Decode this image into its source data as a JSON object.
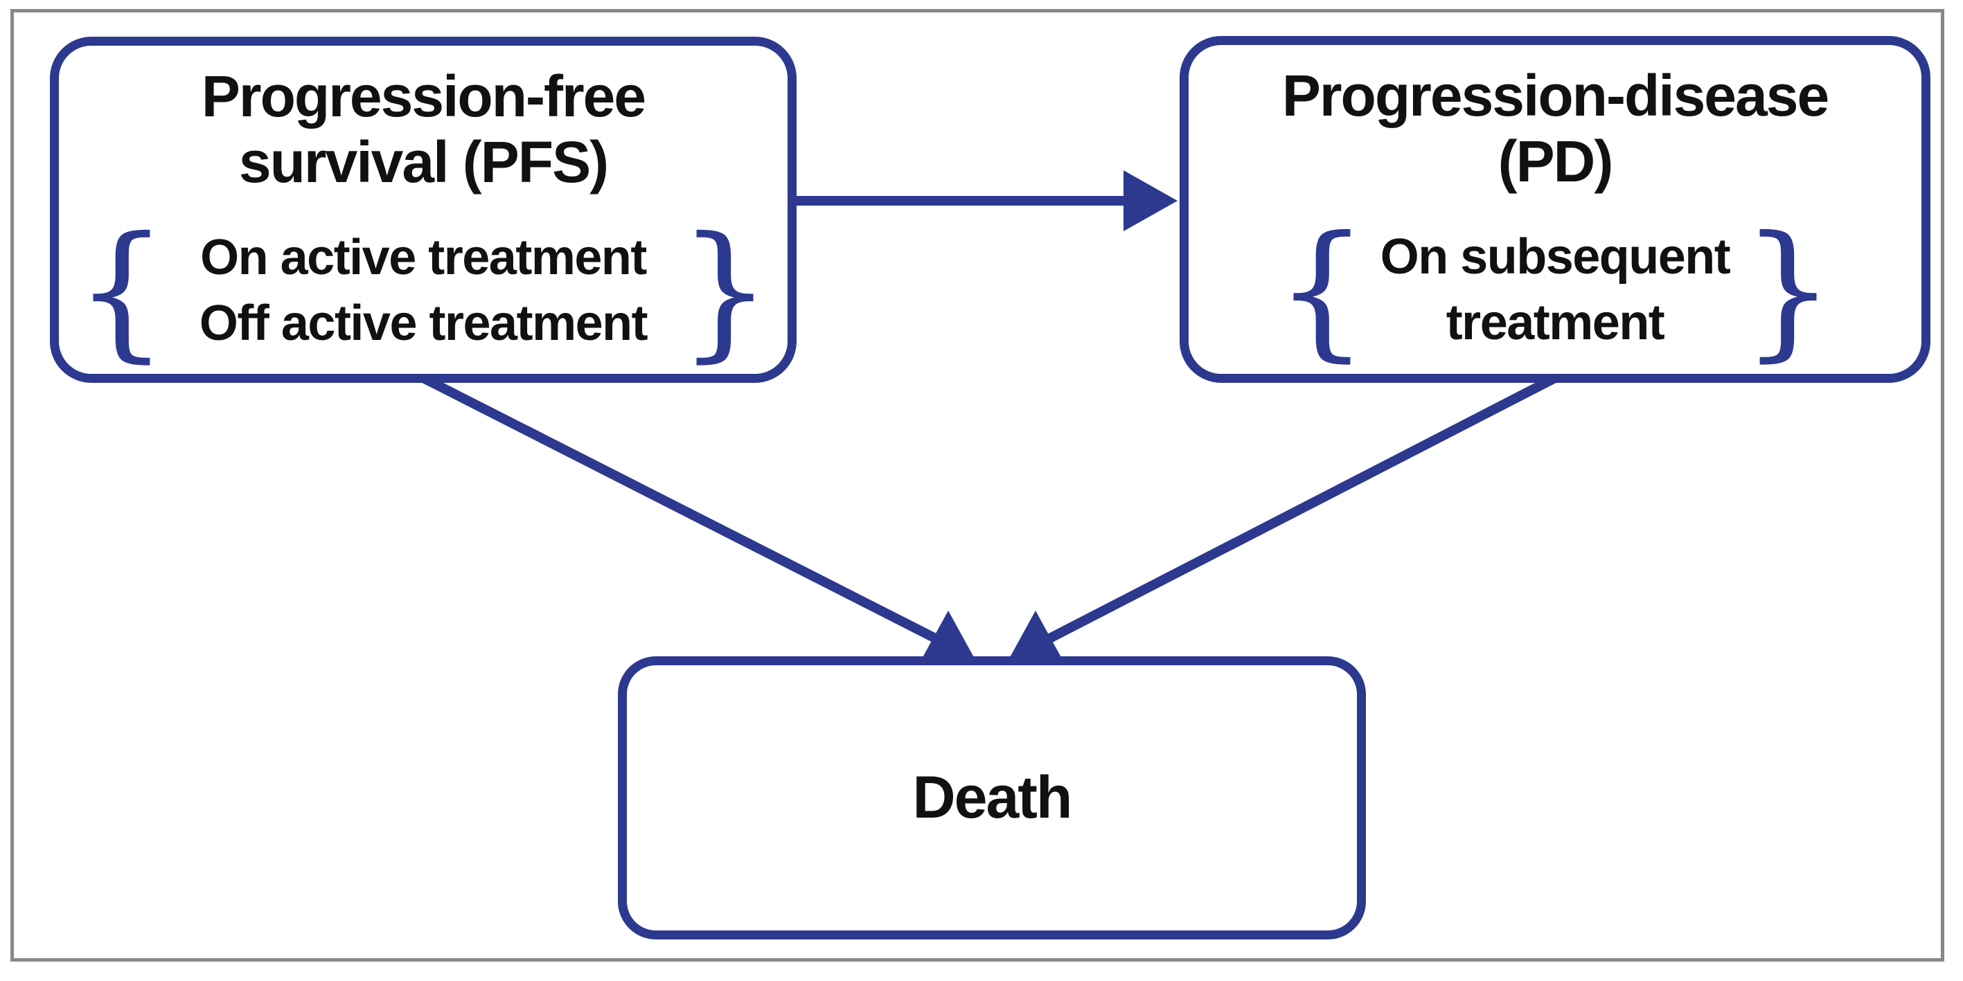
{
  "diagram": {
    "states": {
      "pfs": {
        "title_line1": "Progression-free",
        "title_line2": "survival (PFS)",
        "substates": [
          "On active treatment",
          "Off active treatment"
        ]
      },
      "pd": {
        "title_line1": "Progression-disease",
        "title_line2": "(PD)",
        "substates": [
          "On subsequent",
          "treatment"
        ]
      },
      "death": {
        "label": "Death"
      }
    },
    "transitions": [
      {
        "from": "Progression-free survival (PFS)",
        "to": "Progression-disease (PD)"
      },
      {
        "from": "Progression-free survival (PFS)",
        "to": "Death"
      },
      {
        "from": "Progression-disease (PD)",
        "to": "Death"
      }
    ],
    "icons": {
      "brace_left": "{",
      "brace_right": "}"
    },
    "colors": {
      "accent_blue": "#2c398f",
      "frame_gray": "#87878b",
      "text_black": "#111111",
      "background": "#ffffff"
    }
  }
}
